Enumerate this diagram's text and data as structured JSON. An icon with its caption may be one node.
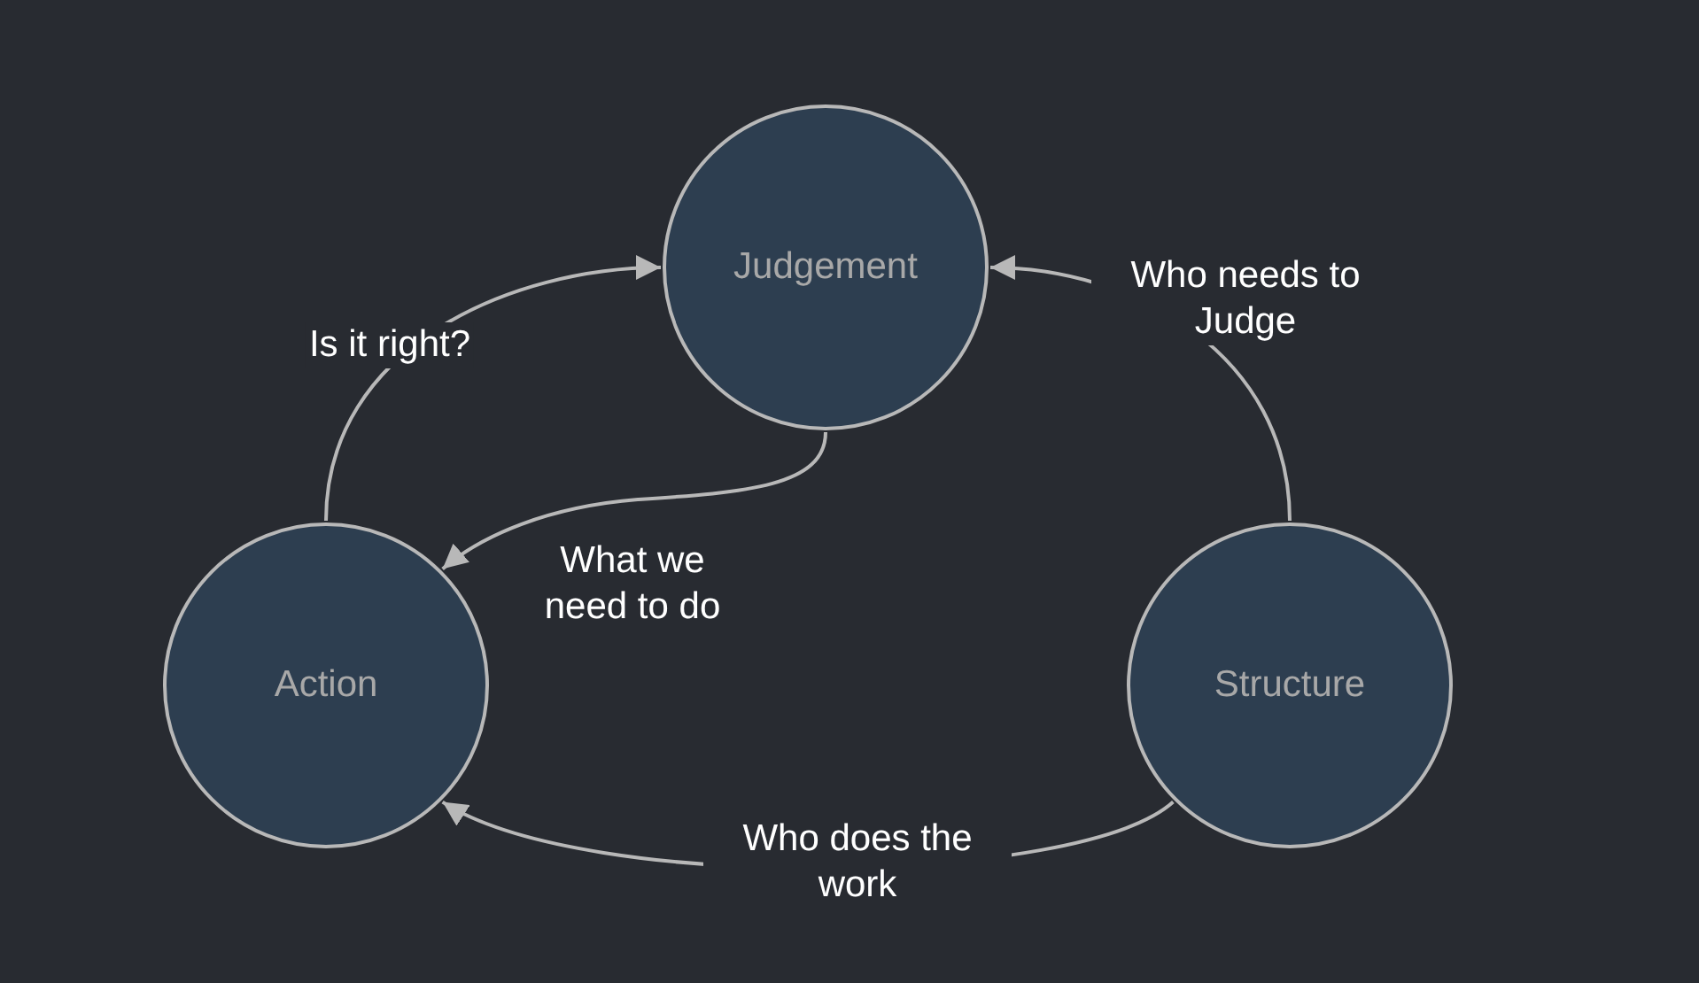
{
  "diagram": {
    "nodes": [
      {
        "text": [
          "Judgement"
        ]
      },
      {
        "text": [
          "Action"
        ]
      },
      {
        "text": [
          "Structure"
        ]
      }
    ],
    "edges": [
      {
        "from": 1,
        "to": 0,
        "arrow": "to",
        "label": "Is it right?"
      },
      {
        "from": 0,
        "to": 1,
        "arrow": "to",
        "label": "What we need to do"
      },
      {
        "from": 2,
        "to": 0,
        "arrow": "to",
        "label": "Who needs to Judge"
      },
      {
        "from": 2,
        "to": 1,
        "arrow": "to",
        "label": "Who does the work"
      }
    ]
  }
}
